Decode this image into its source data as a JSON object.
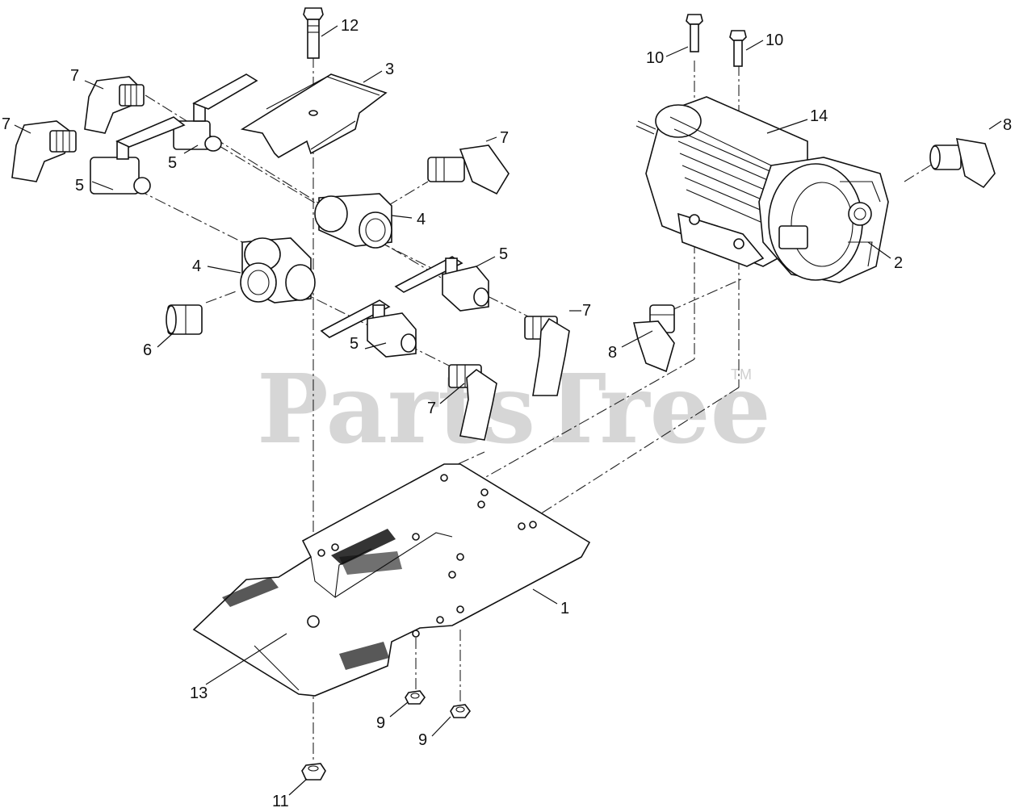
{
  "watermark": {
    "text": "PartsTree",
    "trademark": "TM"
  },
  "callouts": {
    "c1": "1",
    "c2": "2",
    "c3": "3",
    "c4a": "4",
    "c4b": "4",
    "c5a": "5",
    "c5b": "5",
    "c5c": "5",
    "c5d": "5",
    "c6": "6",
    "c7a": "7",
    "c7b": "7",
    "c7c": "7",
    "c7d": "7",
    "c7e": "7",
    "c8a": "8",
    "c8b": "8",
    "c9a": "9",
    "c9b": "9",
    "c10a": "10",
    "c10b": "10",
    "c11": "11",
    "c12": "12",
    "c13": "13",
    "c14": "14"
  },
  "colors": {
    "line": "#111111",
    "watermark": "#cfcfcf",
    "background": "#ffffff"
  }
}
